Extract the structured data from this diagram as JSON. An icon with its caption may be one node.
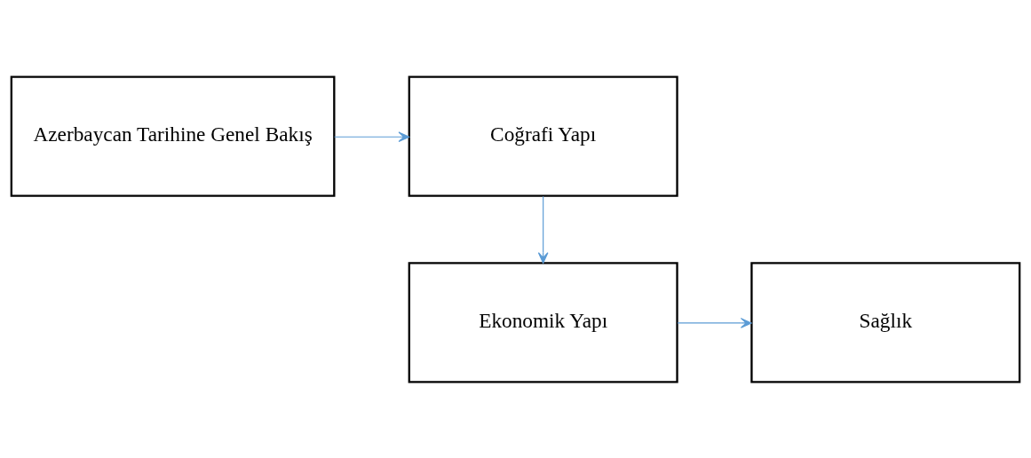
{
  "diagram": {
    "nodes": [
      {
        "text": [
          "Azerbaycan Tarihine Genel Bakış"
        ]
      },
      {
        "text": [
          "Coğrafi Yapı"
        ]
      },
      {
        "text": [
          "Ekonomik Yapı"
        ]
      },
      {
        "text": [
          "Sağlık"
        ]
      }
    ],
    "edges": [
      {
        "from": 0,
        "to": 1,
        "arrow": "to"
      },
      {
        "from": 1,
        "to": 2,
        "arrow": "to"
      },
      {
        "from": 2,
        "to": 3,
        "arrow": "to"
      }
    ]
  }
}
